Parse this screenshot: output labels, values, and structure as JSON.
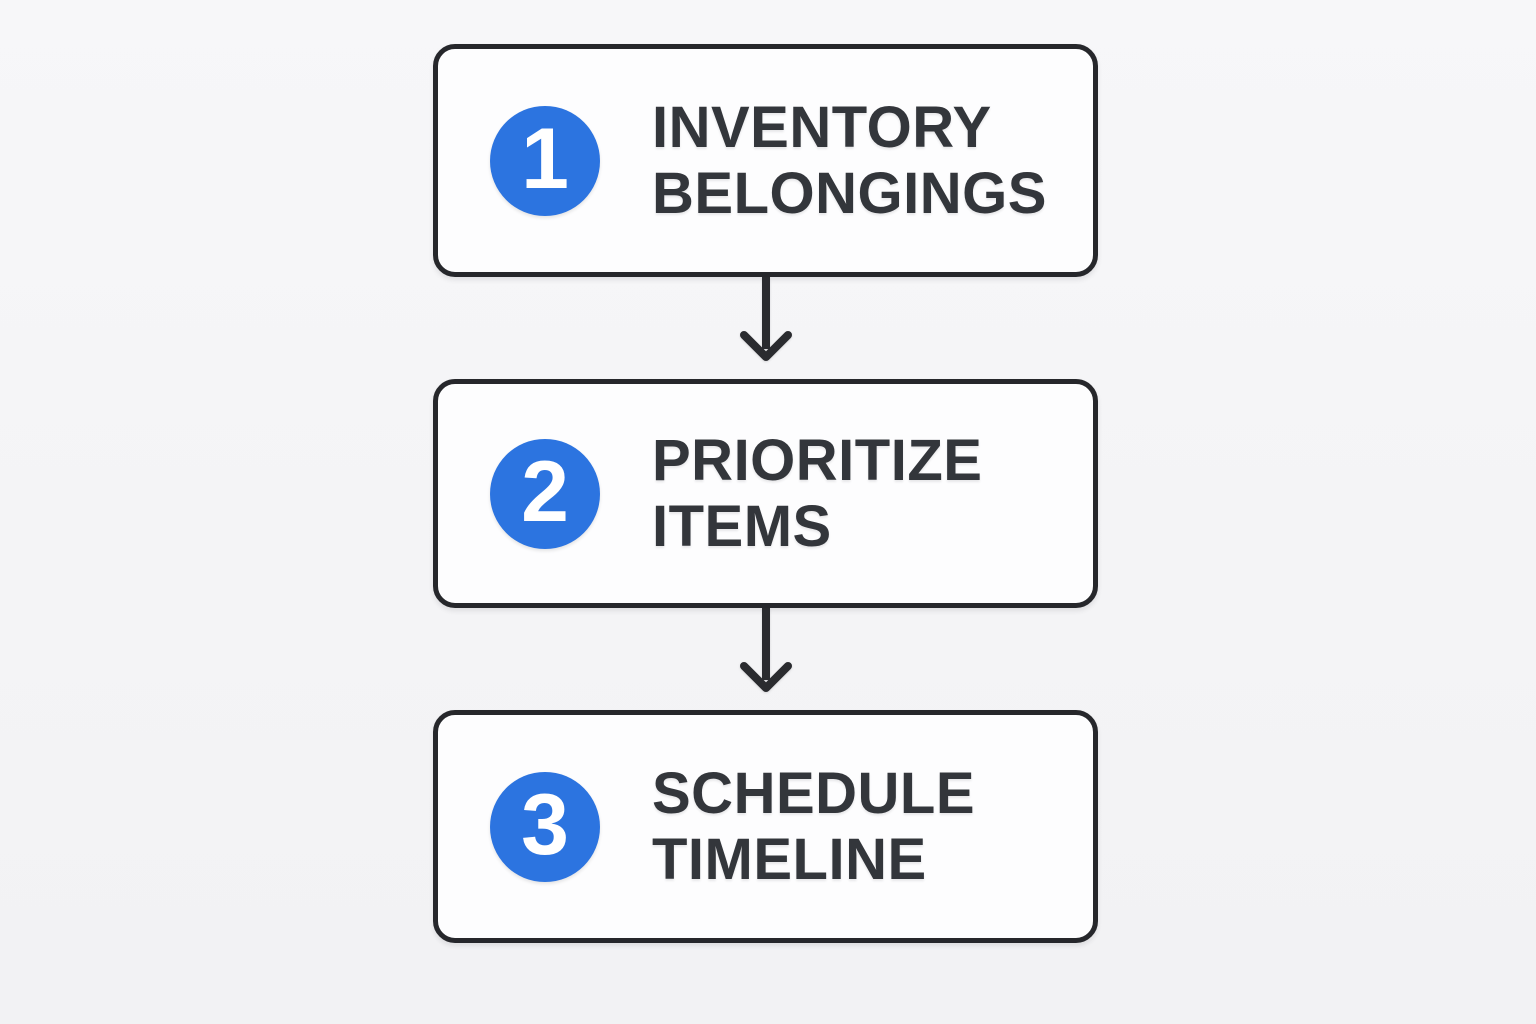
{
  "diagram": {
    "type": "flowchart",
    "direction": "top-down",
    "steps": [
      {
        "number": "1",
        "lines": [
          "INVENTORY",
          "BELONGINGS"
        ]
      },
      {
        "number": "2",
        "lines": [
          "PRIORITIZE",
          "ITEMS"
        ]
      },
      {
        "number": "3",
        "lines": [
          "SCHEDULE",
          "TIMELINE"
        ]
      }
    ],
    "connectors": [
      {
        "from": "1",
        "to": "2",
        "style": "arrow-down"
      },
      {
        "from": "2",
        "to": "3",
        "style": "arrow-down"
      }
    ]
  },
  "colors": {
    "accent": "#2c74e0",
    "box-border": "#26272b",
    "box-fill": "#fdfdfe",
    "text": "#33363b",
    "arrow": "#2a2b2f",
    "background": "#f4f4f6",
    "badge-text": "#ffffff"
  }
}
